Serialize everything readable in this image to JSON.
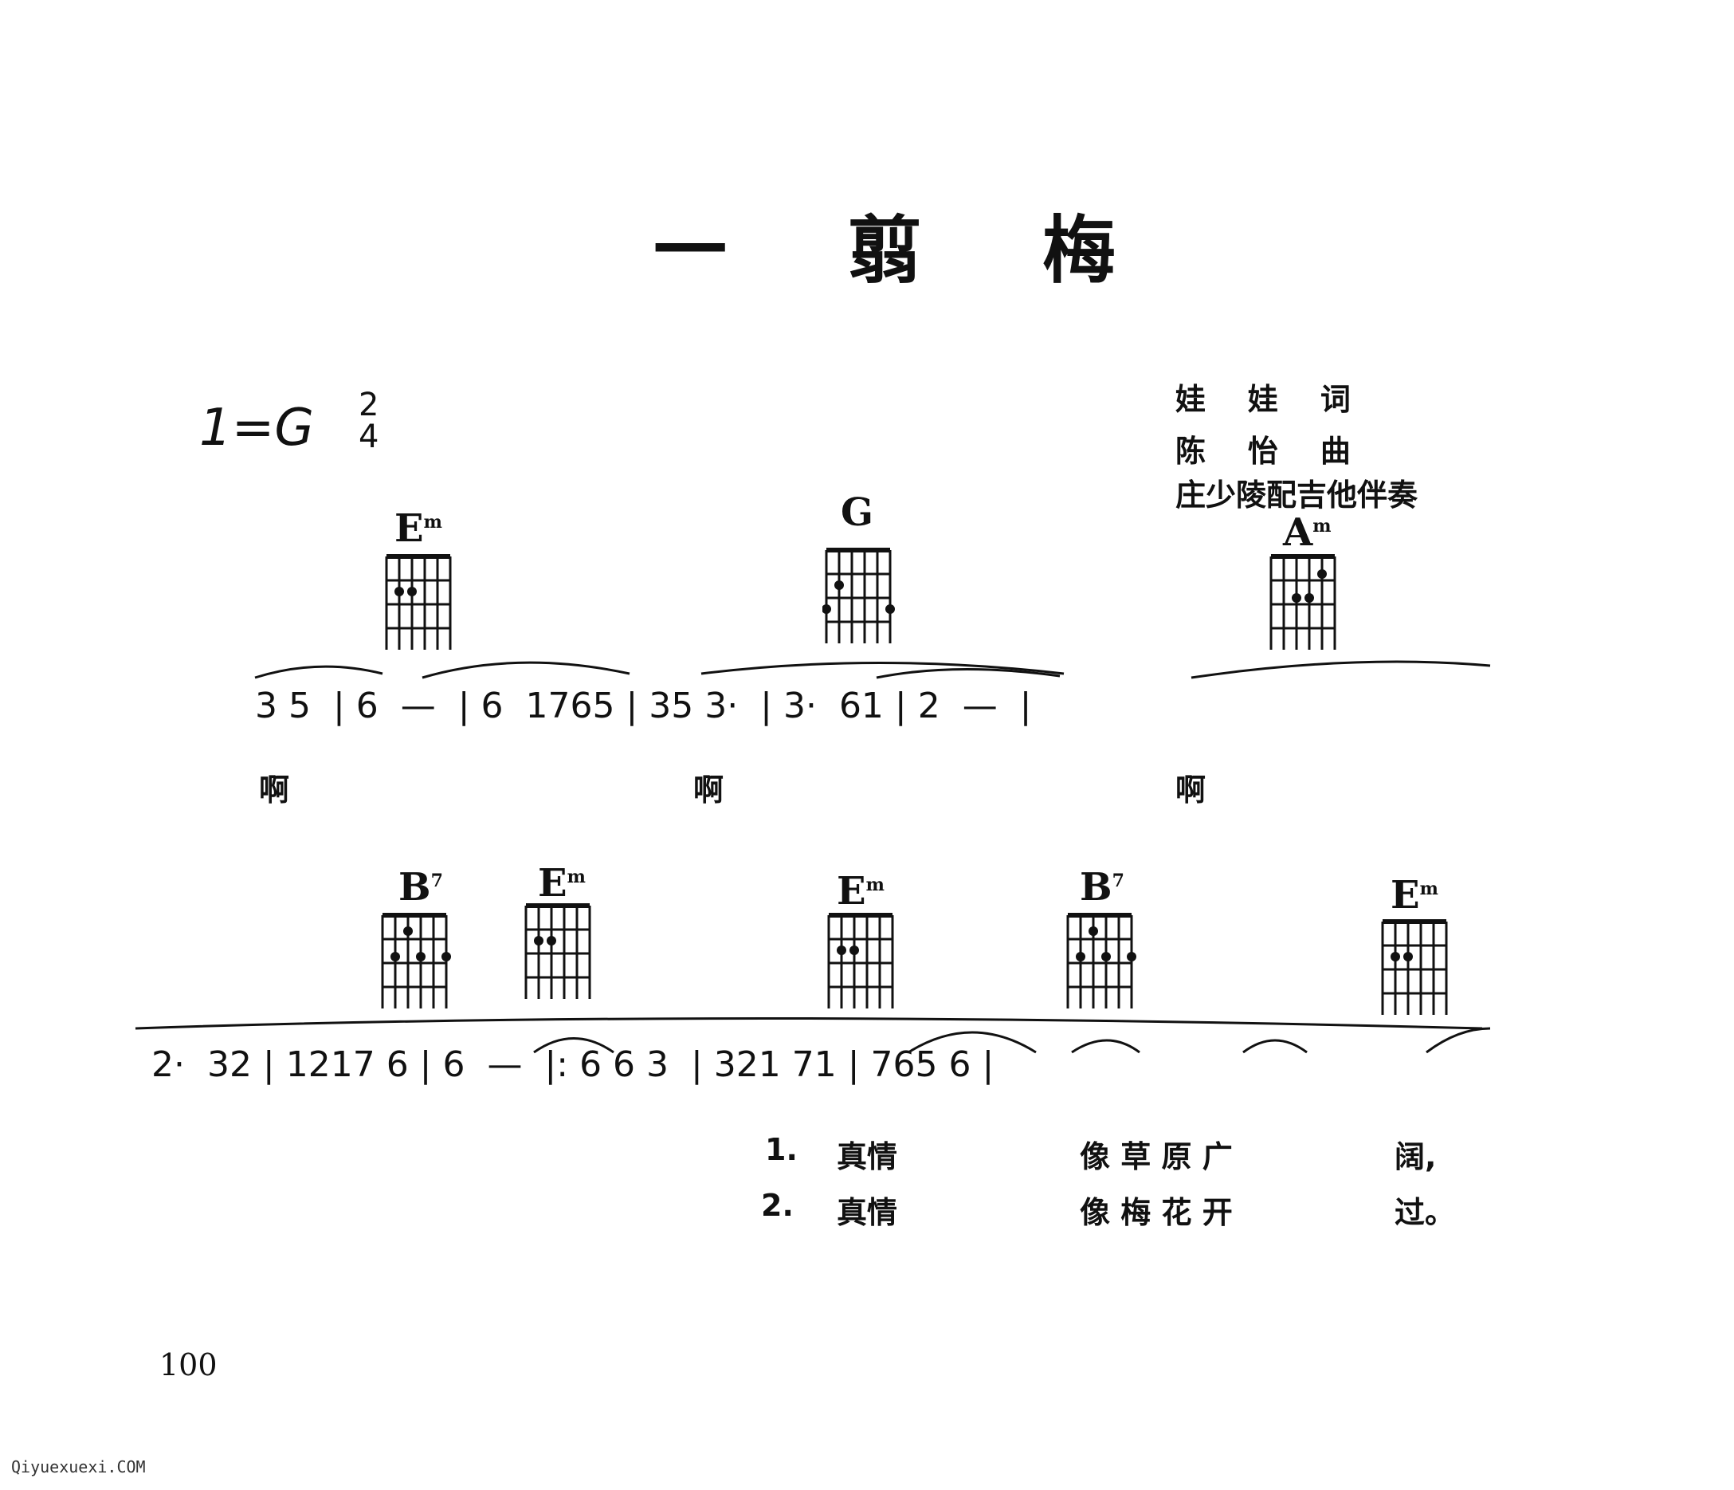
{
  "title": "一 翦 梅",
  "key": "1=G",
  "time_signature": {
    "top": "2",
    "bottom": "4"
  },
  "credits": {
    "lyricist": "娃    娃    词",
    "composer": "陈    怡    曲",
    "arranger": "庄少陵配吉他伴奏"
  },
  "chords": [
    {
      "name": "E",
      "sup": "m"
    },
    {
      "name": "G",
      "sup": ""
    },
    {
      "name": "A",
      "sup": "m"
    },
    {
      "name": "B",
      "sup": "7"
    },
    {
      "name": "E",
      "sup": "m"
    },
    {
      "name": "E",
      "sup": "m"
    },
    {
      "name": "B",
      "sup": "7"
    },
    {
      "name": "E",
      "sup": "m"
    }
  ],
  "notation": {
    "line1": "3 5  | 6  —  | 6  1765 | 35 3·  | 3·  61 | 2  —  |",
    "line2": "2·  32 | 1217 6 | 6  —  |: 6 6 3  | 321 71 | 765 6 |"
  },
  "lyrics_line1": [
    "啊",
    "啊",
    "啊"
  ],
  "verses": [
    {
      "num": "1.",
      "a": "真情",
      "b": "像 草 原 广",
      "c": "阔,"
    },
    {
      "num": "2.",
      "a": "真情",
      "b": "像 梅 花 开",
      "c": "过。"
    }
  ],
  "page_number": "100",
  "watermark": "Qiyuexuexi.COM"
}
